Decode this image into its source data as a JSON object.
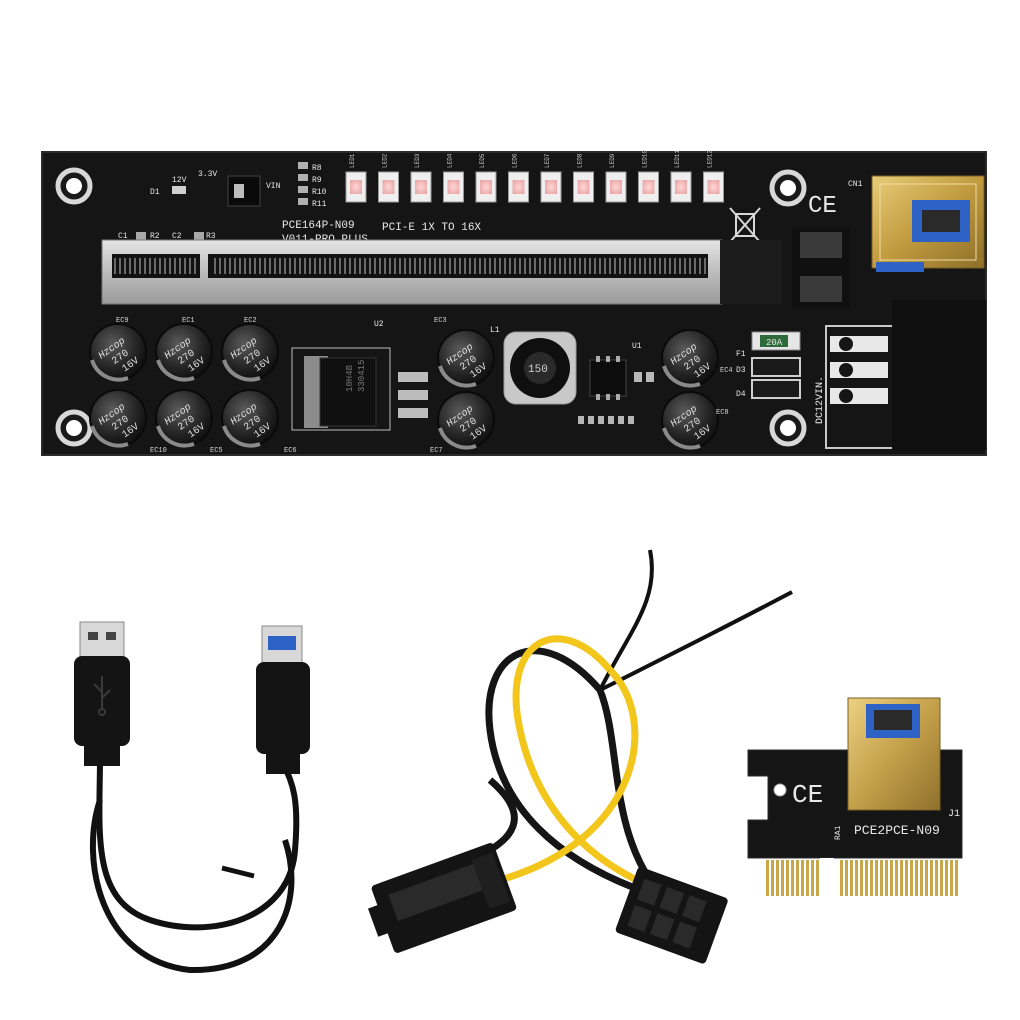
{
  "riser_board": {
    "model": "PCE164P-N09",
    "version": "V011-PRO PLUS",
    "slot_label": "PCI-E 1X TO 16X",
    "power_input_label": "DC12VIN.",
    "ce_mark": "CE",
    "volt_labels": [
      "12V",
      "3.3V"
    ],
    "chip_labels": [
      "R8",
      "R9",
      "R10",
      "R11",
      "VIN",
      "D1",
      "C1",
      "R2",
      "C2",
      "R3",
      "U2",
      "U1",
      "L1",
      "F1",
      "D3",
      "D4",
      "J1",
      "CN1"
    ],
    "led_count": 12,
    "led_labels": [
      "LED1",
      "LED2",
      "LED3",
      "LED4",
      "LED5",
      "LED6",
      "LED7",
      "LED8",
      "LED9",
      "LED10",
      "LED11",
      "LED12"
    ],
    "capacitors": [
      {
        "ref": "EC9",
        "brand": "Hzcop",
        "value": "270",
        "voltage": "16V"
      },
      {
        "ref": "EC1",
        "brand": "Hzcop",
        "value": "270",
        "voltage": "16V"
      },
      {
        "ref": "EC2",
        "brand": "Hzcop",
        "value": "270",
        "voltage": "16V"
      },
      {
        "ref": "EC10",
        "brand": "Hzcop",
        "value": "270",
        "voltage": "16V"
      },
      {
        "ref": "EC5",
        "brand": "Hzcop",
        "value": "270",
        "voltage": "16V"
      },
      {
        "ref": "EC6",
        "brand": "Hzcop",
        "value": "270",
        "voltage": "16V"
      },
      {
        "ref": "EC3",
        "brand": "Hzcop",
        "value": "270",
        "voltage": "16V"
      },
      {
        "ref": "EC7",
        "brand": "Hzcop",
        "value": "270",
        "voltage": "16V"
      },
      {
        "ref": "EC4",
        "brand": "Hzcop",
        "value": "270",
        "voltage": "16V"
      },
      {
        "ref": "EC8",
        "brand": "Hzcop",
        "value": "270",
        "voltage": "16V"
      }
    ],
    "inductor_value": "150",
    "regulator_text": [
      "10H4B",
      "330415"
    ],
    "fuse_text": "20A"
  },
  "adapter_board": {
    "model": "PCE2PCE-N09",
    "labels": [
      "J1",
      "RA1"
    ],
    "ce_mark": "CE"
  },
  "colors": {
    "pcb": "#141414",
    "gold": "#c9a64a",
    "cable_yellow": "#f2c61a",
    "cable_black": "#151515",
    "usb_blue": "#2e62c4"
  }
}
